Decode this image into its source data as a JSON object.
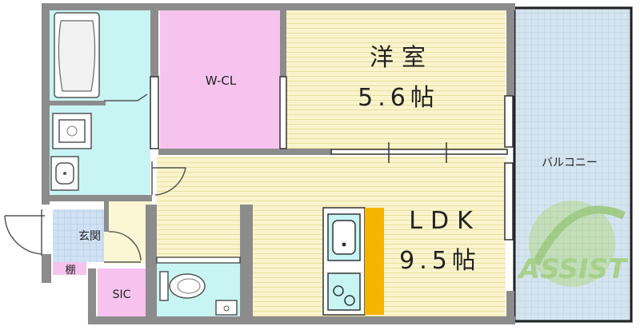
{
  "rooms": {
    "western_room": {
      "name": "洋室",
      "size": "5.6帖"
    },
    "ldk": {
      "name": "LDK",
      "size": "9.5帖"
    },
    "walk_in_closet": {
      "name": "W-CL"
    },
    "balcony": {
      "name": "バルコニー"
    },
    "entrance": {
      "name": "玄関"
    },
    "shelf": {
      "name": "棚"
    },
    "shoe_closet": {
      "name": "SIC"
    }
  },
  "watermark": {
    "text": "ASSIST"
  },
  "colors": {
    "wall": "#888888",
    "western_floor": "#f8f4cf",
    "ldk_floor": "#fbf6d4",
    "closet": "#f6c3ee",
    "wet_area": "#c8f4f4",
    "balcony": "#d6e6f0",
    "entrance_tile": "#d0e2f4",
    "kitchen_accent": "#f5b400",
    "watermark": "#9fd04a"
  }
}
